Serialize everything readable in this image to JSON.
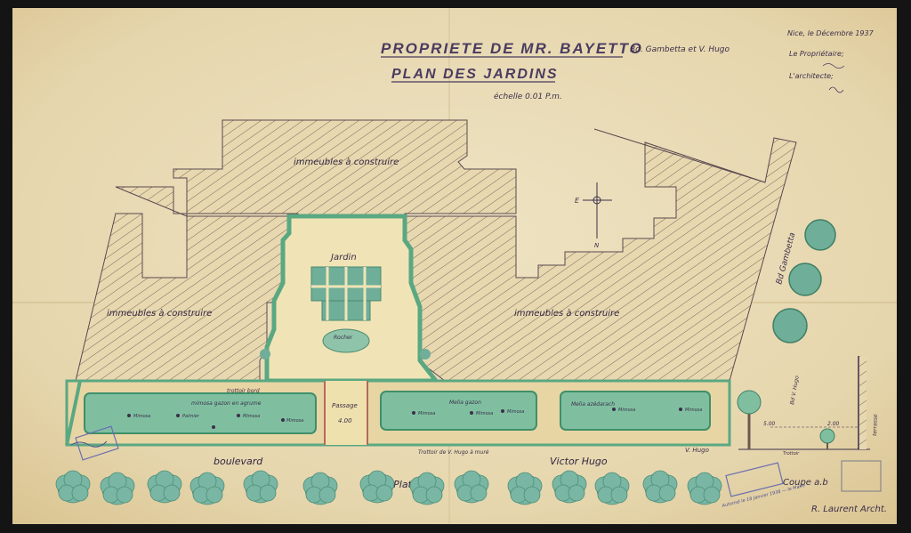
{
  "header": {
    "title": "PROPRIETE DE MR. BAYETTO",
    "address": "Bd. Gambetta et V. Hugo",
    "subtitle": "PLAN DES JARDINS",
    "scale": "échelle 0.01 P.m."
  },
  "signature_block": {
    "date": "Nice, le Décembre 1937",
    "owner": "Le Propriétaire;",
    "architect": "L'architecte;"
  },
  "labels": {
    "buildings_top": "immeubles à construire",
    "buildings_left": "immeubles à construire",
    "buildings_right": "immeubles à construire",
    "garden": "Jardin",
    "bed_center": "Rocher",
    "passage": "Passage",
    "passage_width": "4.00",
    "trottoir_left": "trottoir bord",
    "bed_text_left": "mimosa gazon en agrume",
    "bed_text_center": "Melia gazon",
    "bed_text_right": "Melia azédarach",
    "bed_markers_left": [
      "Mimosa",
      "Palmier",
      "Mimosa",
      "Mimosa"
    ],
    "bed_markers_mid": [
      "Mimosa",
      "Mimosa",
      "Mimosa"
    ],
    "bed_markers_right": [
      "Mimosa",
      "Mimosa"
    ],
    "trottoir_bottom": "Trottoir de V. Hugo à muré",
    "boulevard_left": "boulevard",
    "boulevard_right": "Victor Hugo",
    "platanes": "Les Platanes",
    "gambetta": "Bd Gambetta",
    "hugo_small": "V. Hugo",
    "terrasse": "terrasse",
    "section_title": "Coupe a.b",
    "section_ht1": "5.00",
    "section_ht2": "2.00",
    "section_trottoir": "Trottoir",
    "section_bd": "Bd V. Hugo",
    "compass_e": "E",
    "compass_n": "N",
    "stamp_text": "Autorisé le 18 Janvier 1938 — le Maire",
    "architect_signature": "R. Laurent Archt."
  },
  "colors": {
    "paper": "#e9dcb6",
    "ink": "#3b2f4a",
    "green": "#5aa882",
    "lawn": "#7fbfa0",
    "hedge": "#6fae98",
    "path": "#efe1ad",
    "red": "#b56a5e",
    "stamp": "#6a6fb0"
  }
}
